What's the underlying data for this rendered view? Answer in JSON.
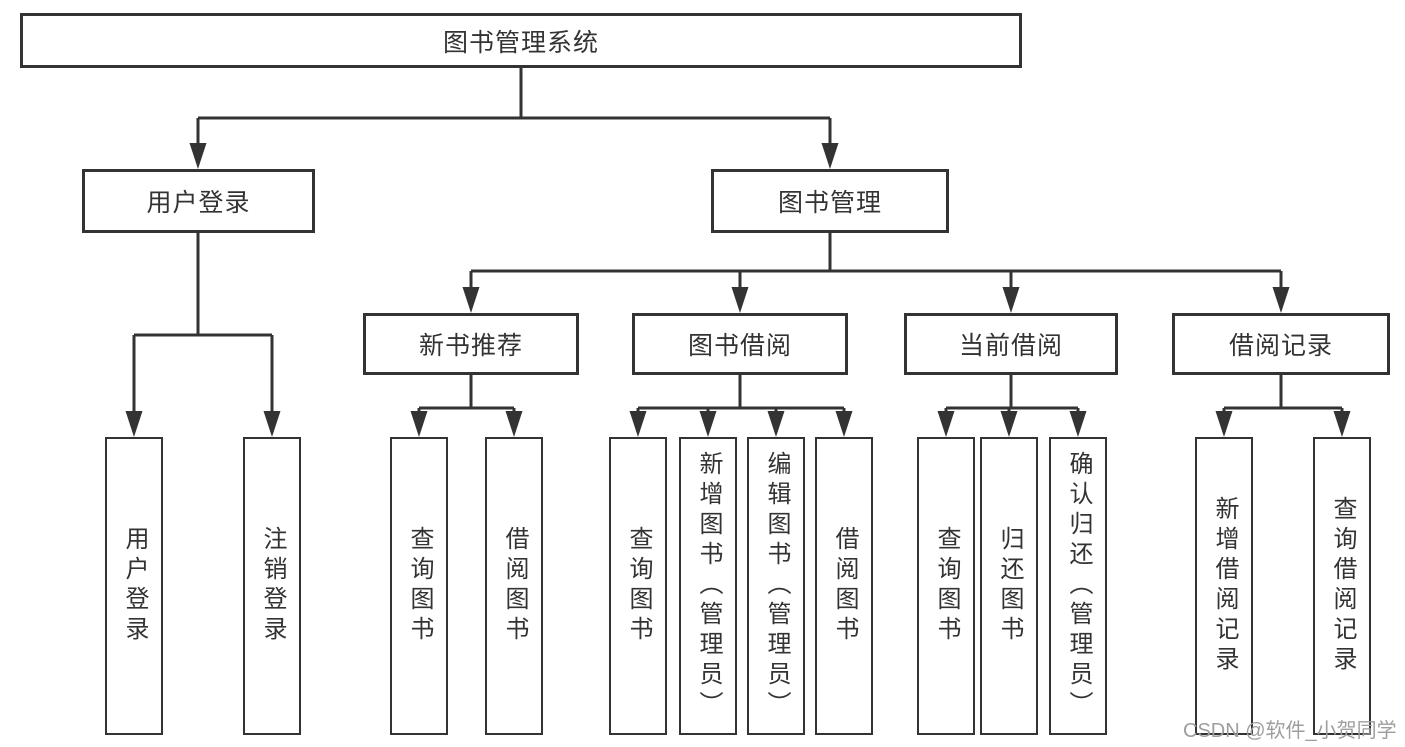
{
  "title": "图书管理系统",
  "tree": {
    "root": {
      "label": "图书管理系统"
    },
    "level1": [
      {
        "label": "用户登录",
        "children": [
          "用户登录",
          "注销登录"
        ]
      },
      {
        "label": "图书管理",
        "groups": [
          {
            "label": "新书推荐",
            "children": [
              "查询图书",
              "借阅图书"
            ]
          },
          {
            "label": "图书借阅",
            "children": [
              "查询图书",
              "新增图书（管理员）",
              "编辑图书（管理员）",
              "借阅图书"
            ]
          },
          {
            "label": "当前借阅",
            "children": [
              "查询图书",
              "归还图书",
              "确认归还（管理员）"
            ]
          },
          {
            "label": "借阅记录",
            "children": [
              "新增借阅记录",
              "查询借阅记录"
            ]
          }
        ]
      }
    ]
  },
  "watermark": {
    "text": "CSDN @软件_小贺同学"
  },
  "colors": {
    "line": "#333333",
    "text": "#333333",
    "watermark": "#9e9e9e",
    "background": "#ffffff"
  }
}
